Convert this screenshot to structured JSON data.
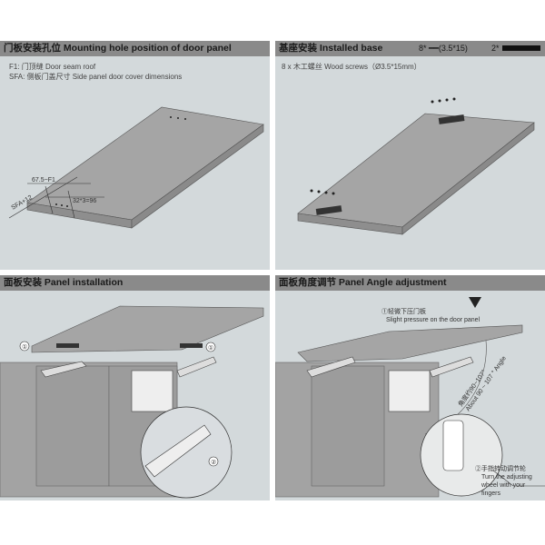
{
  "panels": {
    "mounting": {
      "title": "门板安装孔位  Mounting hole position of door panel",
      "notes": [
        "F1: 门顶缝 Door seam roof",
        "SFA: 侧板门盖尺寸  Side panel door cover dimensions"
      ],
      "dims": [
        "67.5−F1",
        "SFA+12",
        "32*3=96"
      ]
    },
    "base": {
      "title": "基座安装  Installed base",
      "parts": [
        "8* ━━(3.5*15)",
        "2*"
      ],
      "note": "8 x 木工螺丝 Wood screws（Ø3.5*15mm）"
    },
    "installation": {
      "title": "面板安装  Panel installation",
      "steps": [
        "①",
        "①",
        "②"
      ]
    },
    "angle": {
      "title": "面板角度调节  Panel Angle adjustment",
      "step1_num": "①",
      "step1_cn": "轻微下压门板",
      "step1_en": "Slight pressure on the door panel",
      "angle_cn": "角度约90~107°",
      "angle_en": "About 90 ~ 107 °  Angle",
      "step2_cn": "②手指转动调节轮",
      "step2_en": [
        "Turn the adjusting",
        "wheel with your",
        "fingers"
      ]
    }
  },
  "colors": {
    "header": "#8a8a8a",
    "panel_bg": "#d3d9db",
    "board": "#a5a5a5"
  }
}
